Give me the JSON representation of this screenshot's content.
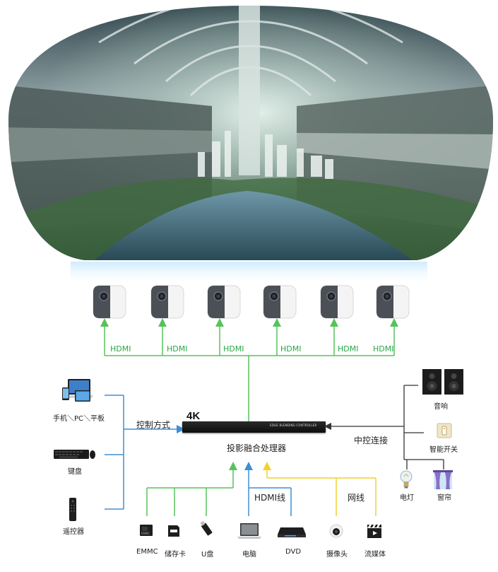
{
  "projector_links": [
    "HDMI",
    "HDMI",
    "HDMI",
    "HDMI",
    "HDMI",
    "HDMI"
  ],
  "processor": {
    "badge": "4K",
    "panel_text": "EDGE BLENDING CONTROLLER",
    "label": "投影融合处理器"
  },
  "left_inputs": {
    "heading": "控制方式",
    "items": [
      "手机＼PC＼平板",
      "键盘",
      "遥控器"
    ]
  },
  "right_outputs": {
    "heading": "中控连接",
    "items": [
      "音响",
      "智能开关",
      "电灯",
      "窗帘"
    ]
  },
  "bottom_sources": {
    "hdmi_label": "HDMI线",
    "network_label": "网线",
    "items": [
      "EMMC",
      "储存卡",
      "U盘",
      "电脑",
      "DVD",
      "摄像头",
      "流媒体"
    ]
  },
  "colors": {
    "green_line": "#56c35a",
    "blue_line": "#3d8fd6",
    "yellow_line": "#f2d22a",
    "dark_line": "#333333"
  }
}
